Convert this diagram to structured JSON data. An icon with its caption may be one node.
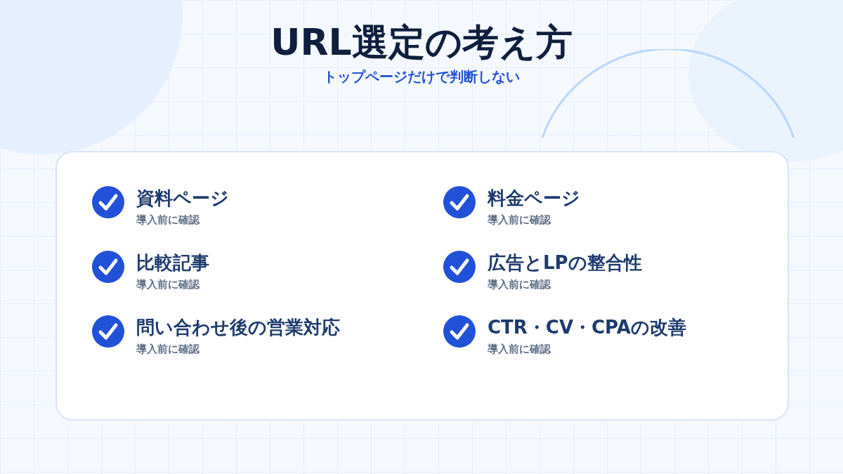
{
  "diagram": {
    "title": "URL選定の考え方",
    "caption": "トップページだけで判断しない",
    "nodes": [
      {
        "text": [
          "資料ページ",
          "導入前に確認"
        ]
      },
      {
        "text": [
          "料金ページ",
          "導入前に確認"
        ]
      },
      {
        "text": [
          "比較記事",
          "導入前に確認"
        ]
      },
      {
        "text": [
          "広告とLPの整合性",
          "導入前に確認"
        ]
      },
      {
        "text": [
          "問い合わせ後の営業対応",
          "導入前に確認"
        ]
      },
      {
        "text": [
          "CTR・CV・CPAの改善",
          "導入前に確認"
        ]
      }
    ],
    "edges": []
  }
}
